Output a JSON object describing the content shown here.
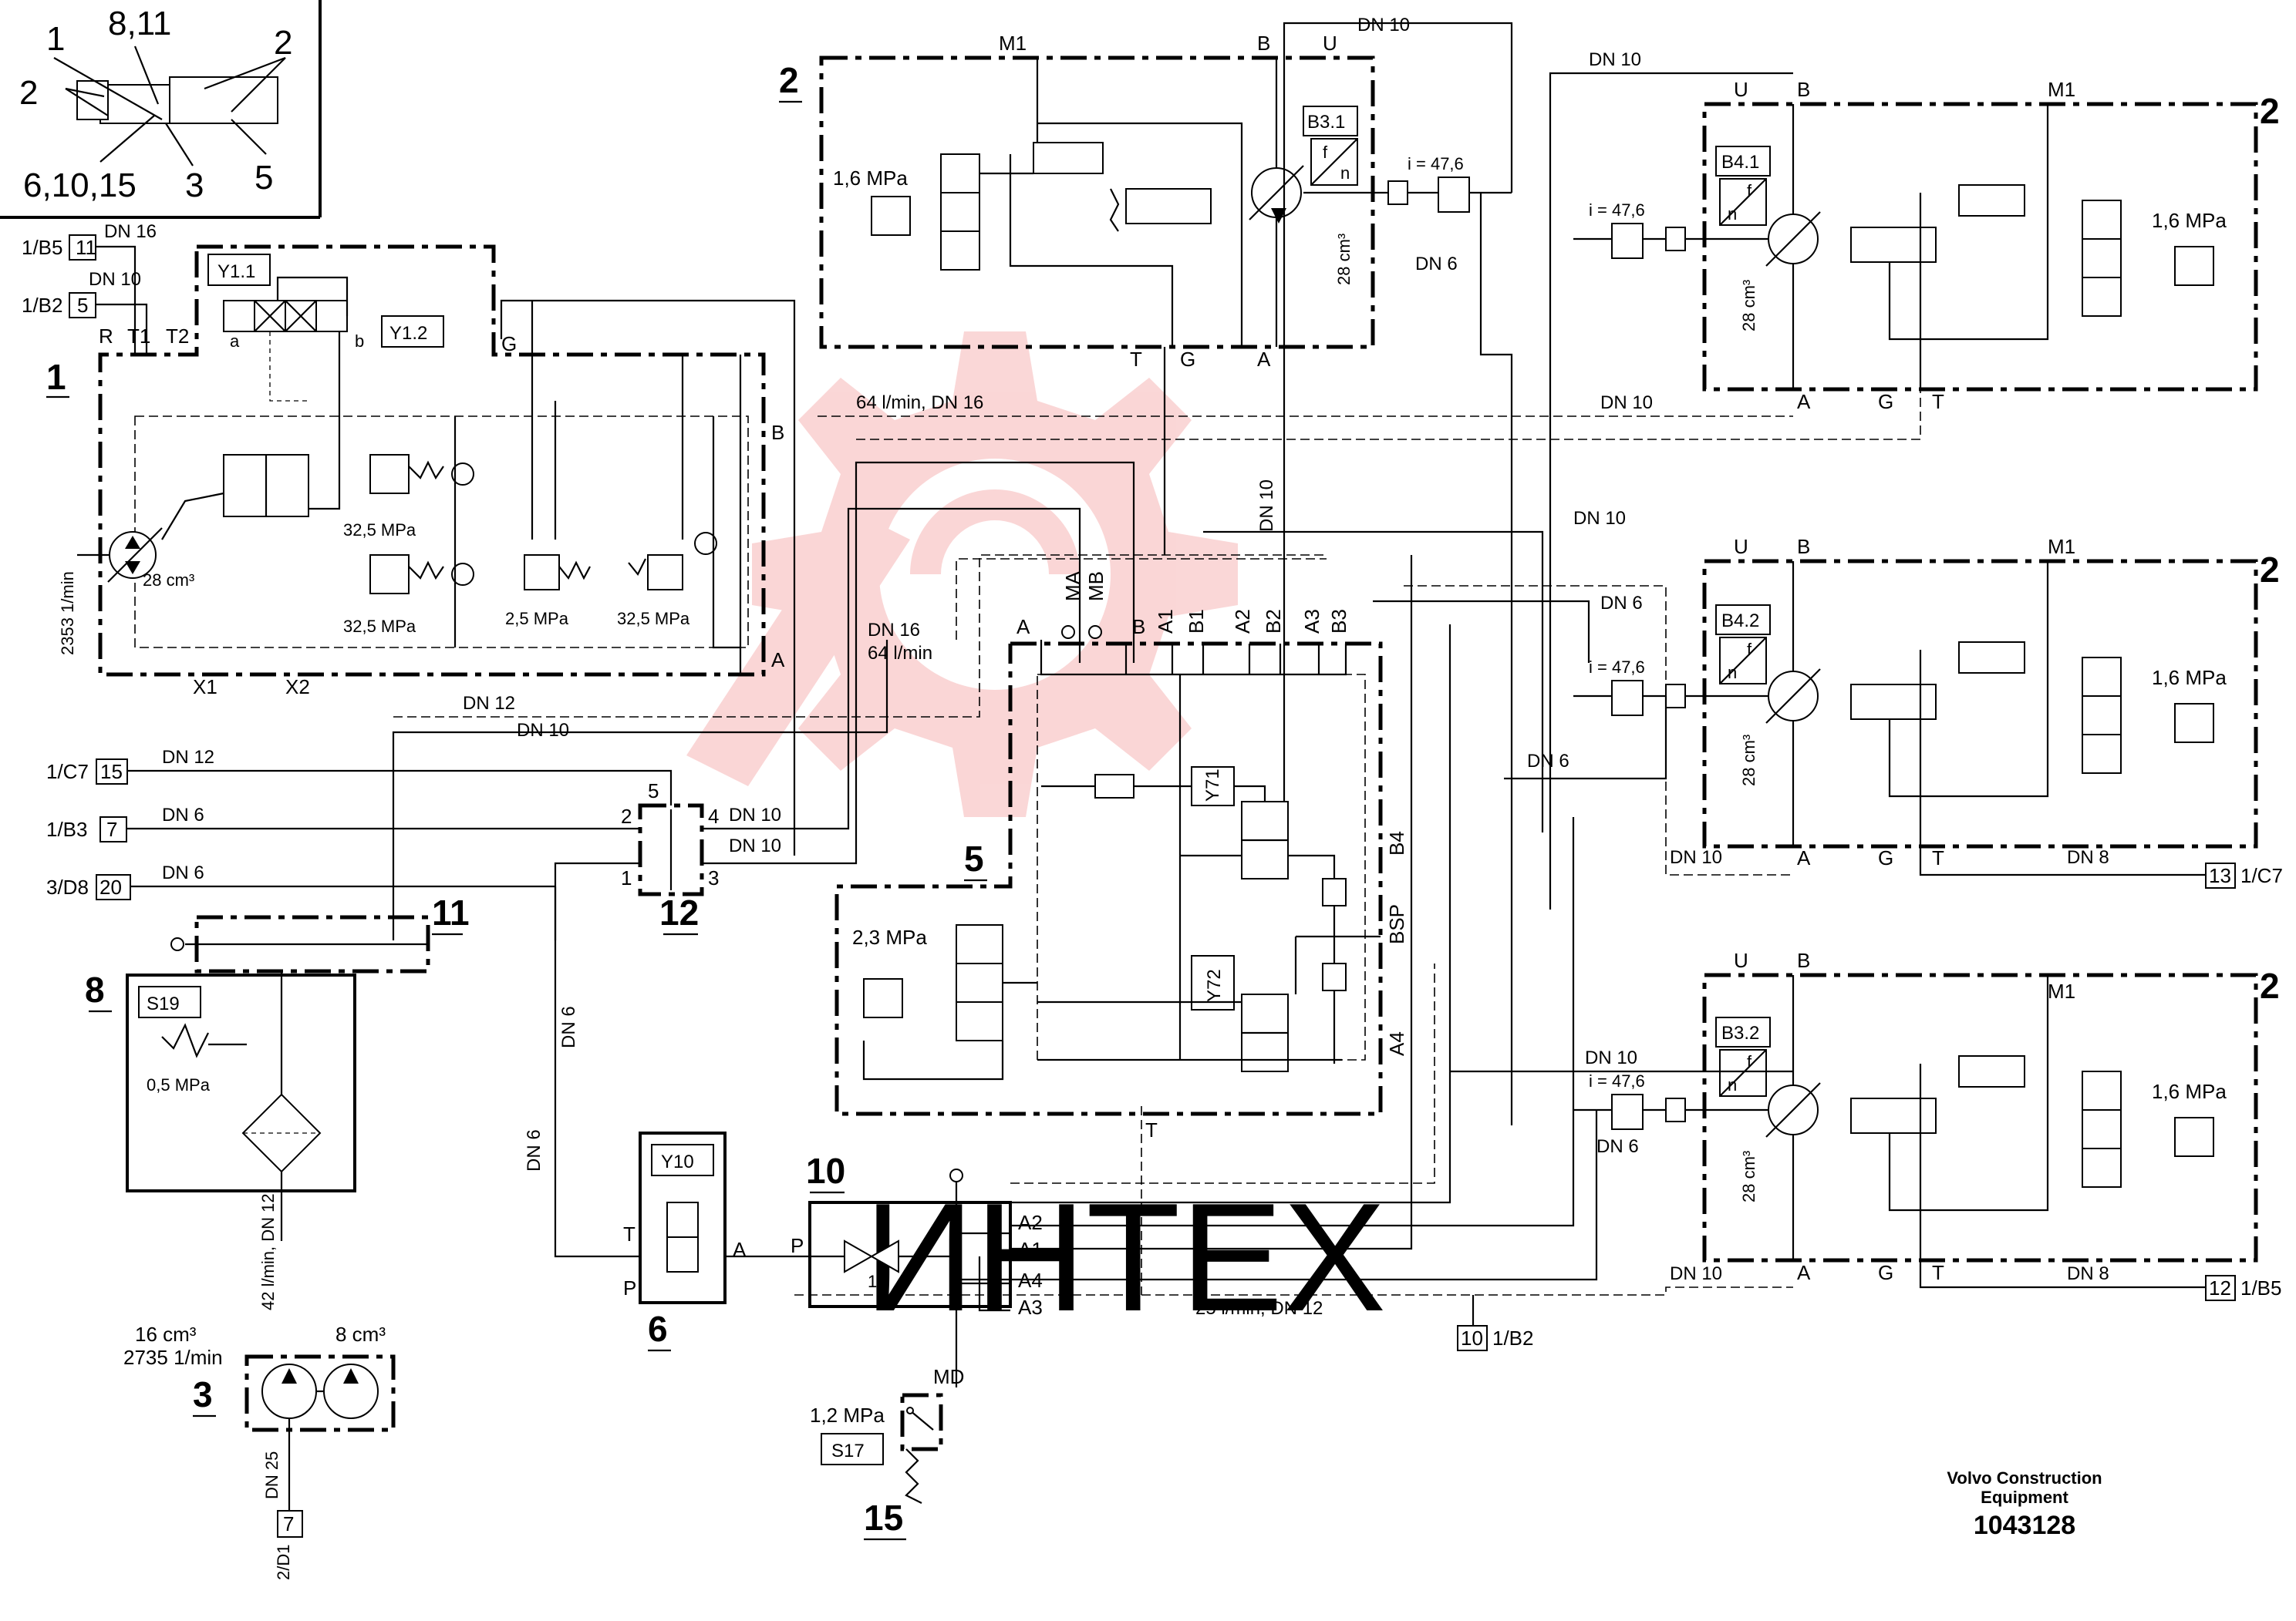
{
  "legend_inset": {
    "labels": [
      "1",
      "8,11",
      "2",
      "2",
      "6,10,15",
      "3",
      "5"
    ]
  },
  "components": {
    "c1": "1",
    "c2a": "2",
    "c2b": "2",
    "c2c": "2",
    "c2d": "2",
    "c3": "3",
    "c5": "5",
    "c6": "6",
    "c8": "8",
    "c10": "10",
    "c11": "11",
    "c12": "12",
    "c15": "15"
  },
  "tags": {
    "Y1_1": "Y1.1",
    "Y1_2": "Y1.2",
    "B3_1": "B3.1",
    "B4_1": "B4.1",
    "B4_2": "B4.2",
    "B3_2": "B3.2",
    "Y71": "Y71",
    "Y72": "Y72",
    "Y10": "Y10",
    "S19": "S19",
    "S17": "S17"
  },
  "connectors": {
    "left": [
      {
        "ref": "1/B5",
        "num": "11",
        "dn": "DN 16"
      },
      {
        "ref": "1/B2",
        "num": "5",
        "dn": "DN 10"
      },
      {
        "ref": "1/C7",
        "num": "15",
        "dn": "DN 12"
      },
      {
        "ref": "1/B3",
        "num": "7",
        "dn": "DN 6"
      },
      {
        "ref": "3/D8",
        "num": "20",
        "dn": "DN 6"
      }
    ],
    "bottom_pump": {
      "ref": "2/D1",
      "num": "7",
      "dn": "DN 25"
    },
    "right_mid": {
      "ref": "1/C7",
      "num": "13"
    },
    "right_low": {
      "ref": "1/B5",
      "num": "12"
    },
    "center_low": {
      "ref": "1/B2",
      "num": "10"
    }
  },
  "pump1": {
    "ports": [
      "R",
      "T1",
      "T2",
      "G",
      "B",
      "A",
      "X1",
      "X2"
    ],
    "disp": "28 cm³",
    "rpm": "2353 1/min",
    "valve_ports": [
      "a",
      "b"
    ],
    "pressures": [
      "32,5 MPa",
      "32,5 MPa",
      "2,5 MPa",
      "32,5 MPa"
    ]
  },
  "top_motor": {
    "ports": [
      "M1",
      "B",
      "U",
      "T",
      "G",
      "A"
    ],
    "pressure": "1,6 MPa",
    "f": "f",
    "n": "n",
    "disp": "28 cm³",
    "ratio": "i = 47,6"
  },
  "side_motor": {
    "ports": [
      "U",
      "B",
      "M1",
      "A",
      "G",
      "T"
    ],
    "pressure": "1,6 MPa",
    "f": "f",
    "n": "n",
    "disp": "28 cm³",
    "ratio": "i = 47,6"
  },
  "lines": {
    "dn10": "DN 10",
    "dn6": "DN 6",
    "dn8": "DN 8",
    "dn12": "DN 12",
    "dn16": "DN 16",
    "flow64": "64 l/min, DN 16",
    "flow64b_1": "DN 16",
    "flow64b_2": "64 l/min",
    "flow42": "42 l/min, DN 12",
    "flow25": "25 l/min, DN 12"
  },
  "block5": {
    "ports_top": [
      "A",
      "MA",
      "MB",
      "B",
      "A1",
      "B1",
      "A2",
      "B2",
      "A3",
      "B3"
    ],
    "ports_side": [
      "B4",
      "BSP",
      "A4"
    ],
    "port_t": "T",
    "pressure": "2,3 MPa"
  },
  "block12": {
    "ports": [
      "5",
      "2",
      "4",
      "1",
      "3"
    ]
  },
  "filter8": {
    "pressure": "0,5 MPa"
  },
  "pump3": {
    "disp1": "16 cm³",
    "rpm": "2735 1/min",
    "disp2": "8 cm³"
  },
  "valve6": {
    "ports": [
      "T",
      "A",
      "P"
    ]
  },
  "block10": {
    "ports": [
      "P",
      "A2",
      "A1",
      "A4",
      "A3"
    ],
    "orifice": "1",
    "md": "MD"
  },
  "switch15": {
    "pressure": "1,2 MPa"
  },
  "title_block": {
    "company_1": "Volvo Construction",
    "company_2": "Equipment",
    "number": "1043128"
  },
  "watermark": "ИНТЕХ"
}
